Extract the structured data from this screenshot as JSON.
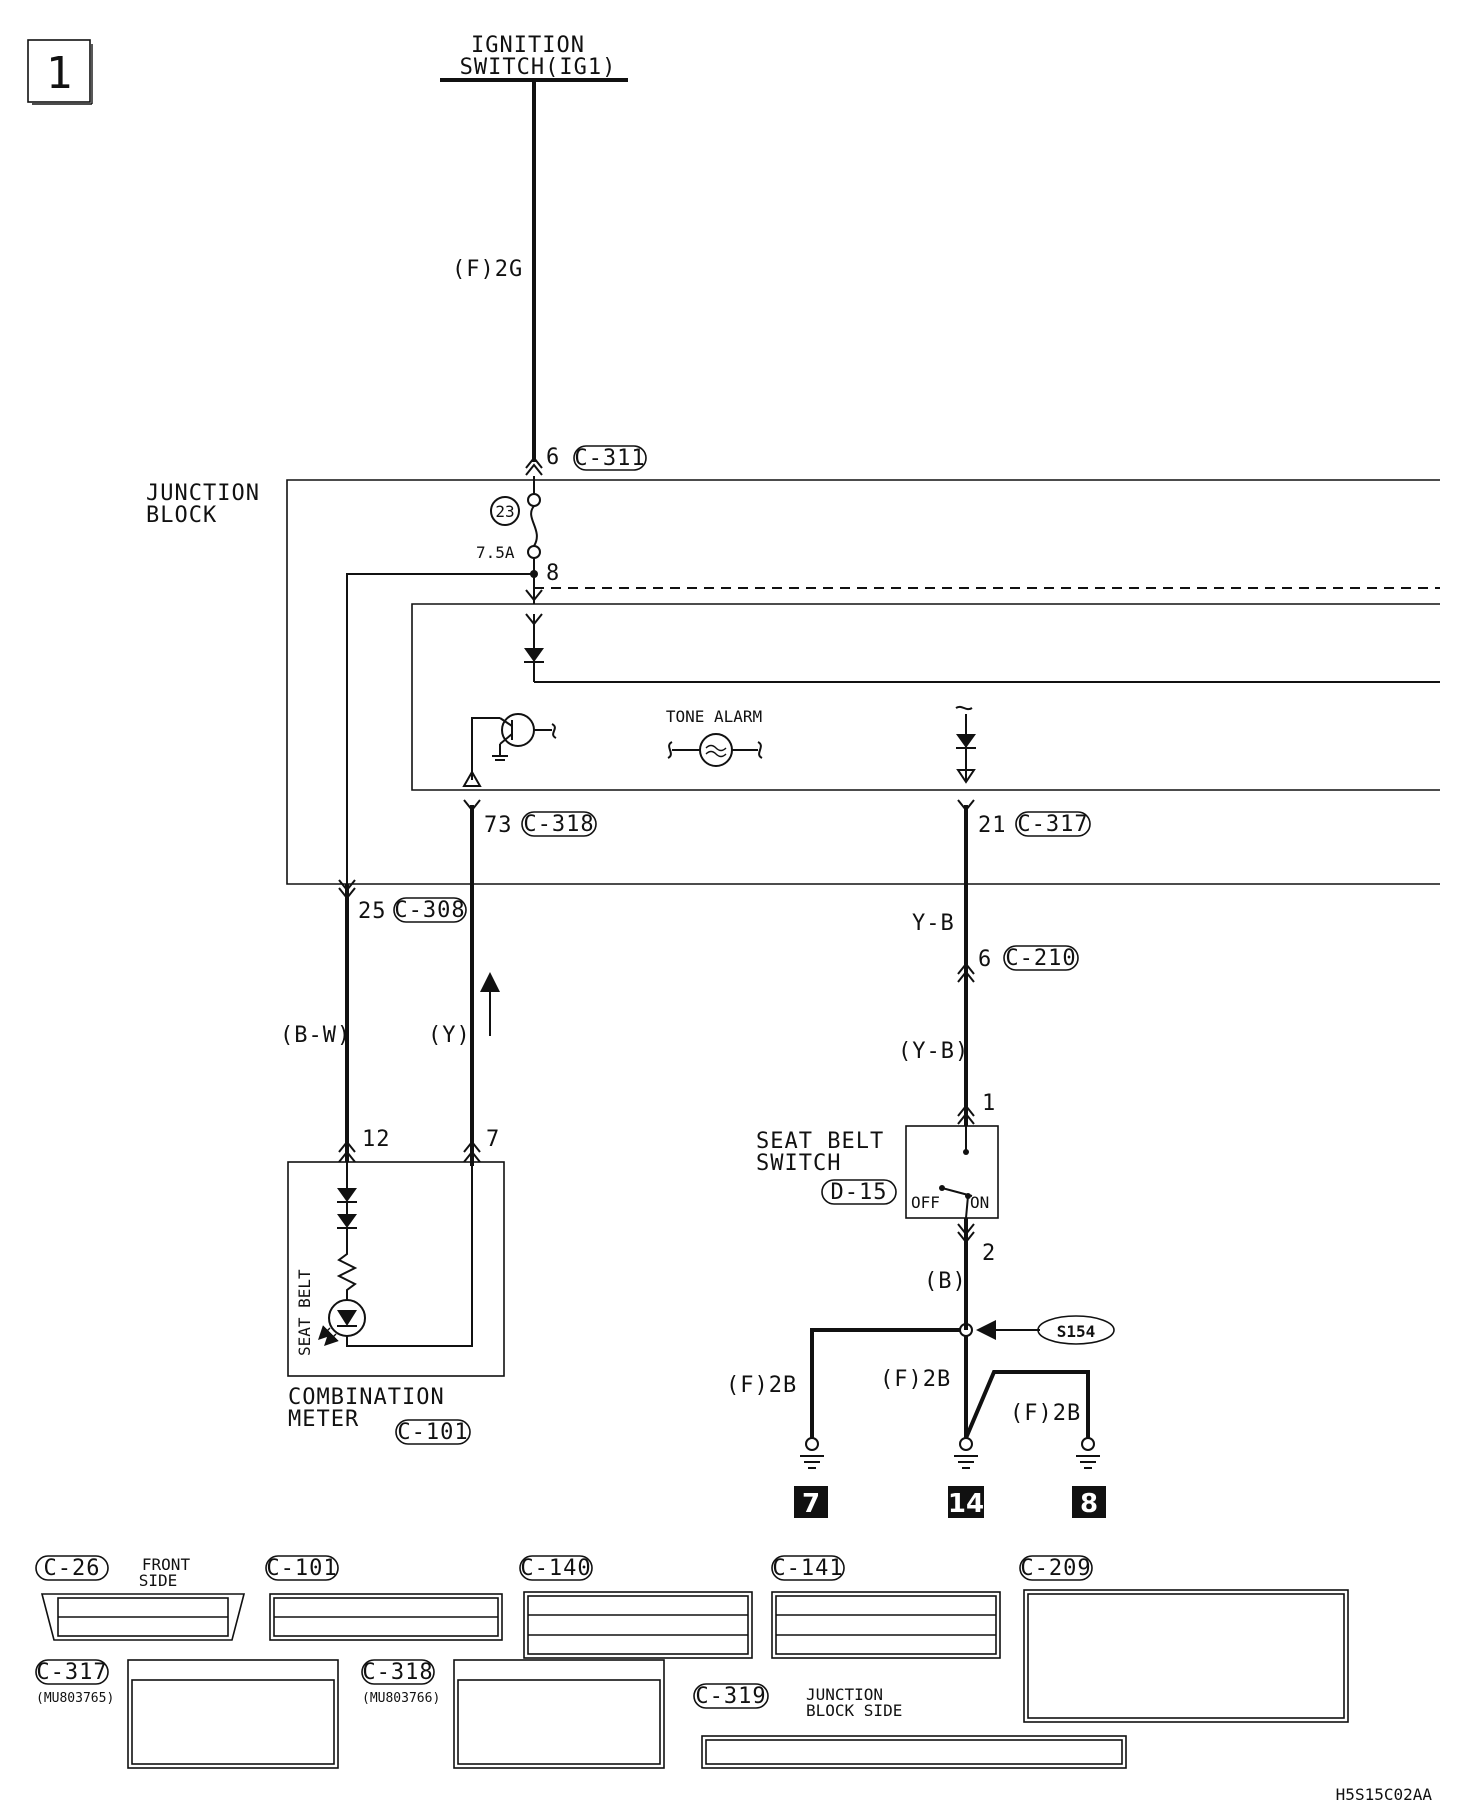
{
  "page": {
    "number": "1",
    "figure_code": "H5S15C02AA"
  },
  "top": {
    "title_line1": "IGNITION",
    "title_line2": "SWITCH(IG1)",
    "wire_label": "(F)2G",
    "pin": "6",
    "connector": "C-311"
  },
  "junction_block": {
    "label_line1": "JUNCTION",
    "label_line2": "BLOCK",
    "fuse_number": "23",
    "fuse_rating": "7.5A",
    "node_pin": "8",
    "tone_alarm": "TONE ALARM",
    "out_pin_meter": "25",
    "out_conn_meter": "C-308",
    "out_pin_73": "73",
    "out_conn_73": "C-318",
    "out_pin_21": "21",
    "out_conn_21": "C-317"
  },
  "meter": {
    "wire_left": "(B-W)",
    "wire_right": "(Y)",
    "pin_left": "12",
    "pin_right": "7",
    "inner_label": "SEAT BELT",
    "label_line1": "COMBINATION",
    "label_line2": "METER",
    "connector": "C-101"
  },
  "seat_belt": {
    "wire_upper": "Y-B",
    "mid_pin": "6",
    "mid_connector": "C-210",
    "wire_mid": "(Y-B)",
    "pin_top": "1",
    "label_line1": "SEAT BELT",
    "label_line2": "SWITCH",
    "connector": "D-15",
    "off": "OFF",
    "on": "ON",
    "pin_bottom": "2",
    "wire_bottom": "(B)",
    "splice": "S154"
  },
  "grounds": [
    {
      "wire": "(F)2B",
      "number": "7"
    },
    {
      "wire": "(F)2B",
      "number": "14"
    },
    {
      "wire": "(F)2B",
      "number": "8"
    }
  ],
  "connectors": {
    "c26": {
      "name": "C-26",
      "note_line1": "FRONT",
      "note_line2": "SIDE"
    },
    "c101": {
      "name": "C-101"
    },
    "c140": {
      "name": "C-140"
    },
    "c141": {
      "name": "C-141"
    },
    "c209": {
      "name": "C-209"
    },
    "c317": {
      "name": "C-317",
      "part": "(MU803765)"
    },
    "c318": {
      "name": "C-318",
      "part": "(MU803766)"
    },
    "c319": {
      "name": "C-319",
      "note_line1": "JUNCTION",
      "note_line2": "BLOCK SIDE"
    }
  }
}
